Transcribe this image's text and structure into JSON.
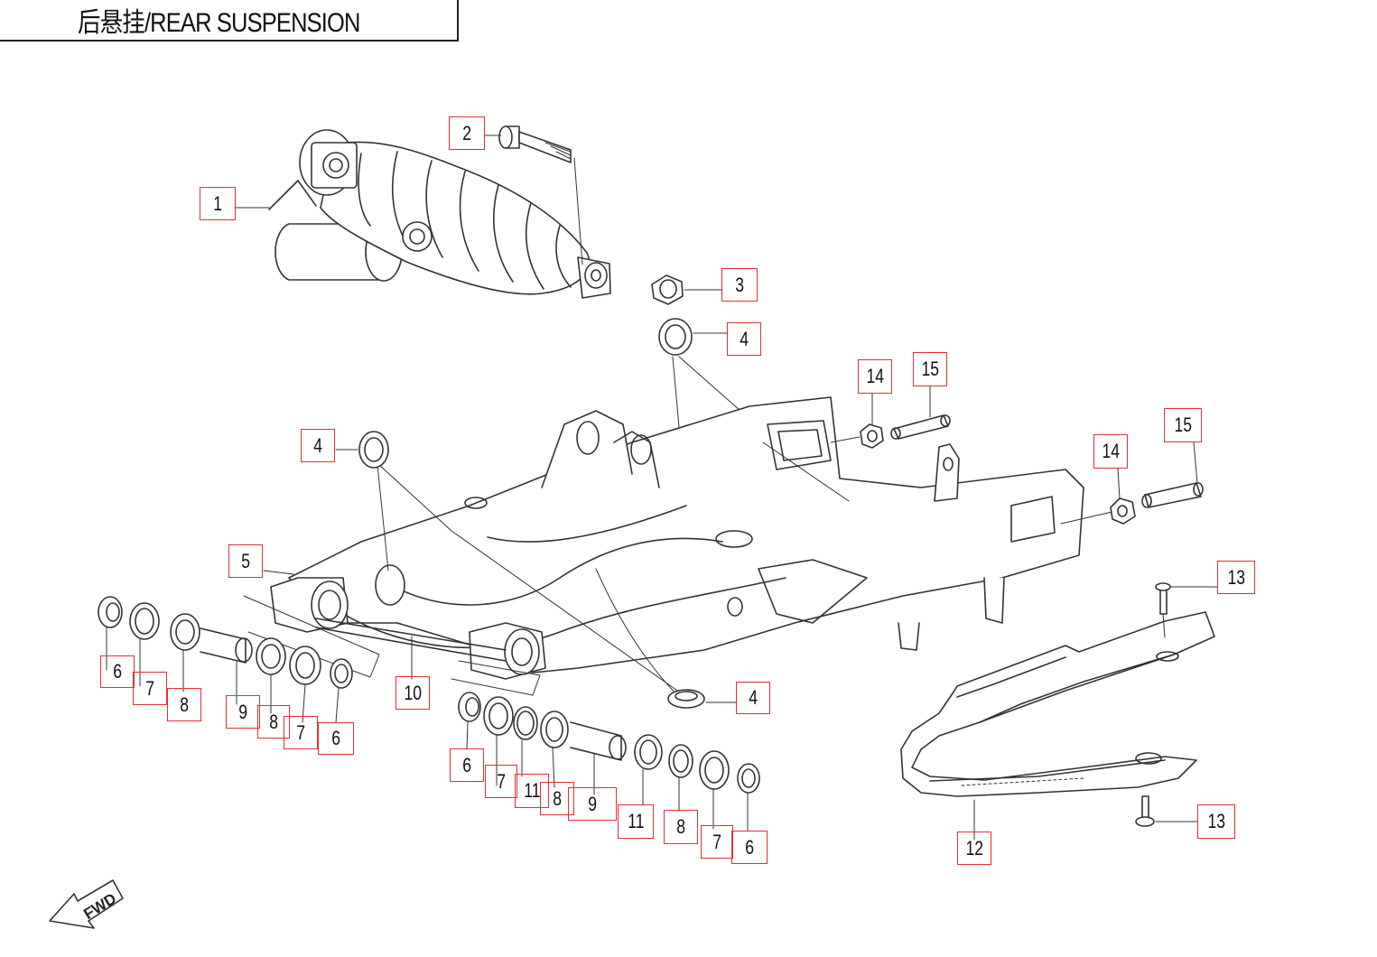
{
  "title": "后悬挂/REAR SUSPENSION",
  "fwd_label": "FWD",
  "colors": {
    "callout_border": "#e03030",
    "line": "#333333"
  },
  "callouts": [
    "1",
    "2",
    "3",
    "4",
    "4",
    "4",
    "5",
    "6",
    "7",
    "8",
    "9",
    "8",
    "7",
    "6",
    "10",
    "6",
    "7",
    "11",
    "8",
    "9",
    "11",
    "8",
    "7",
    "6",
    "14",
    "15",
    "14",
    "15",
    "13",
    "13",
    "12"
  ]
}
